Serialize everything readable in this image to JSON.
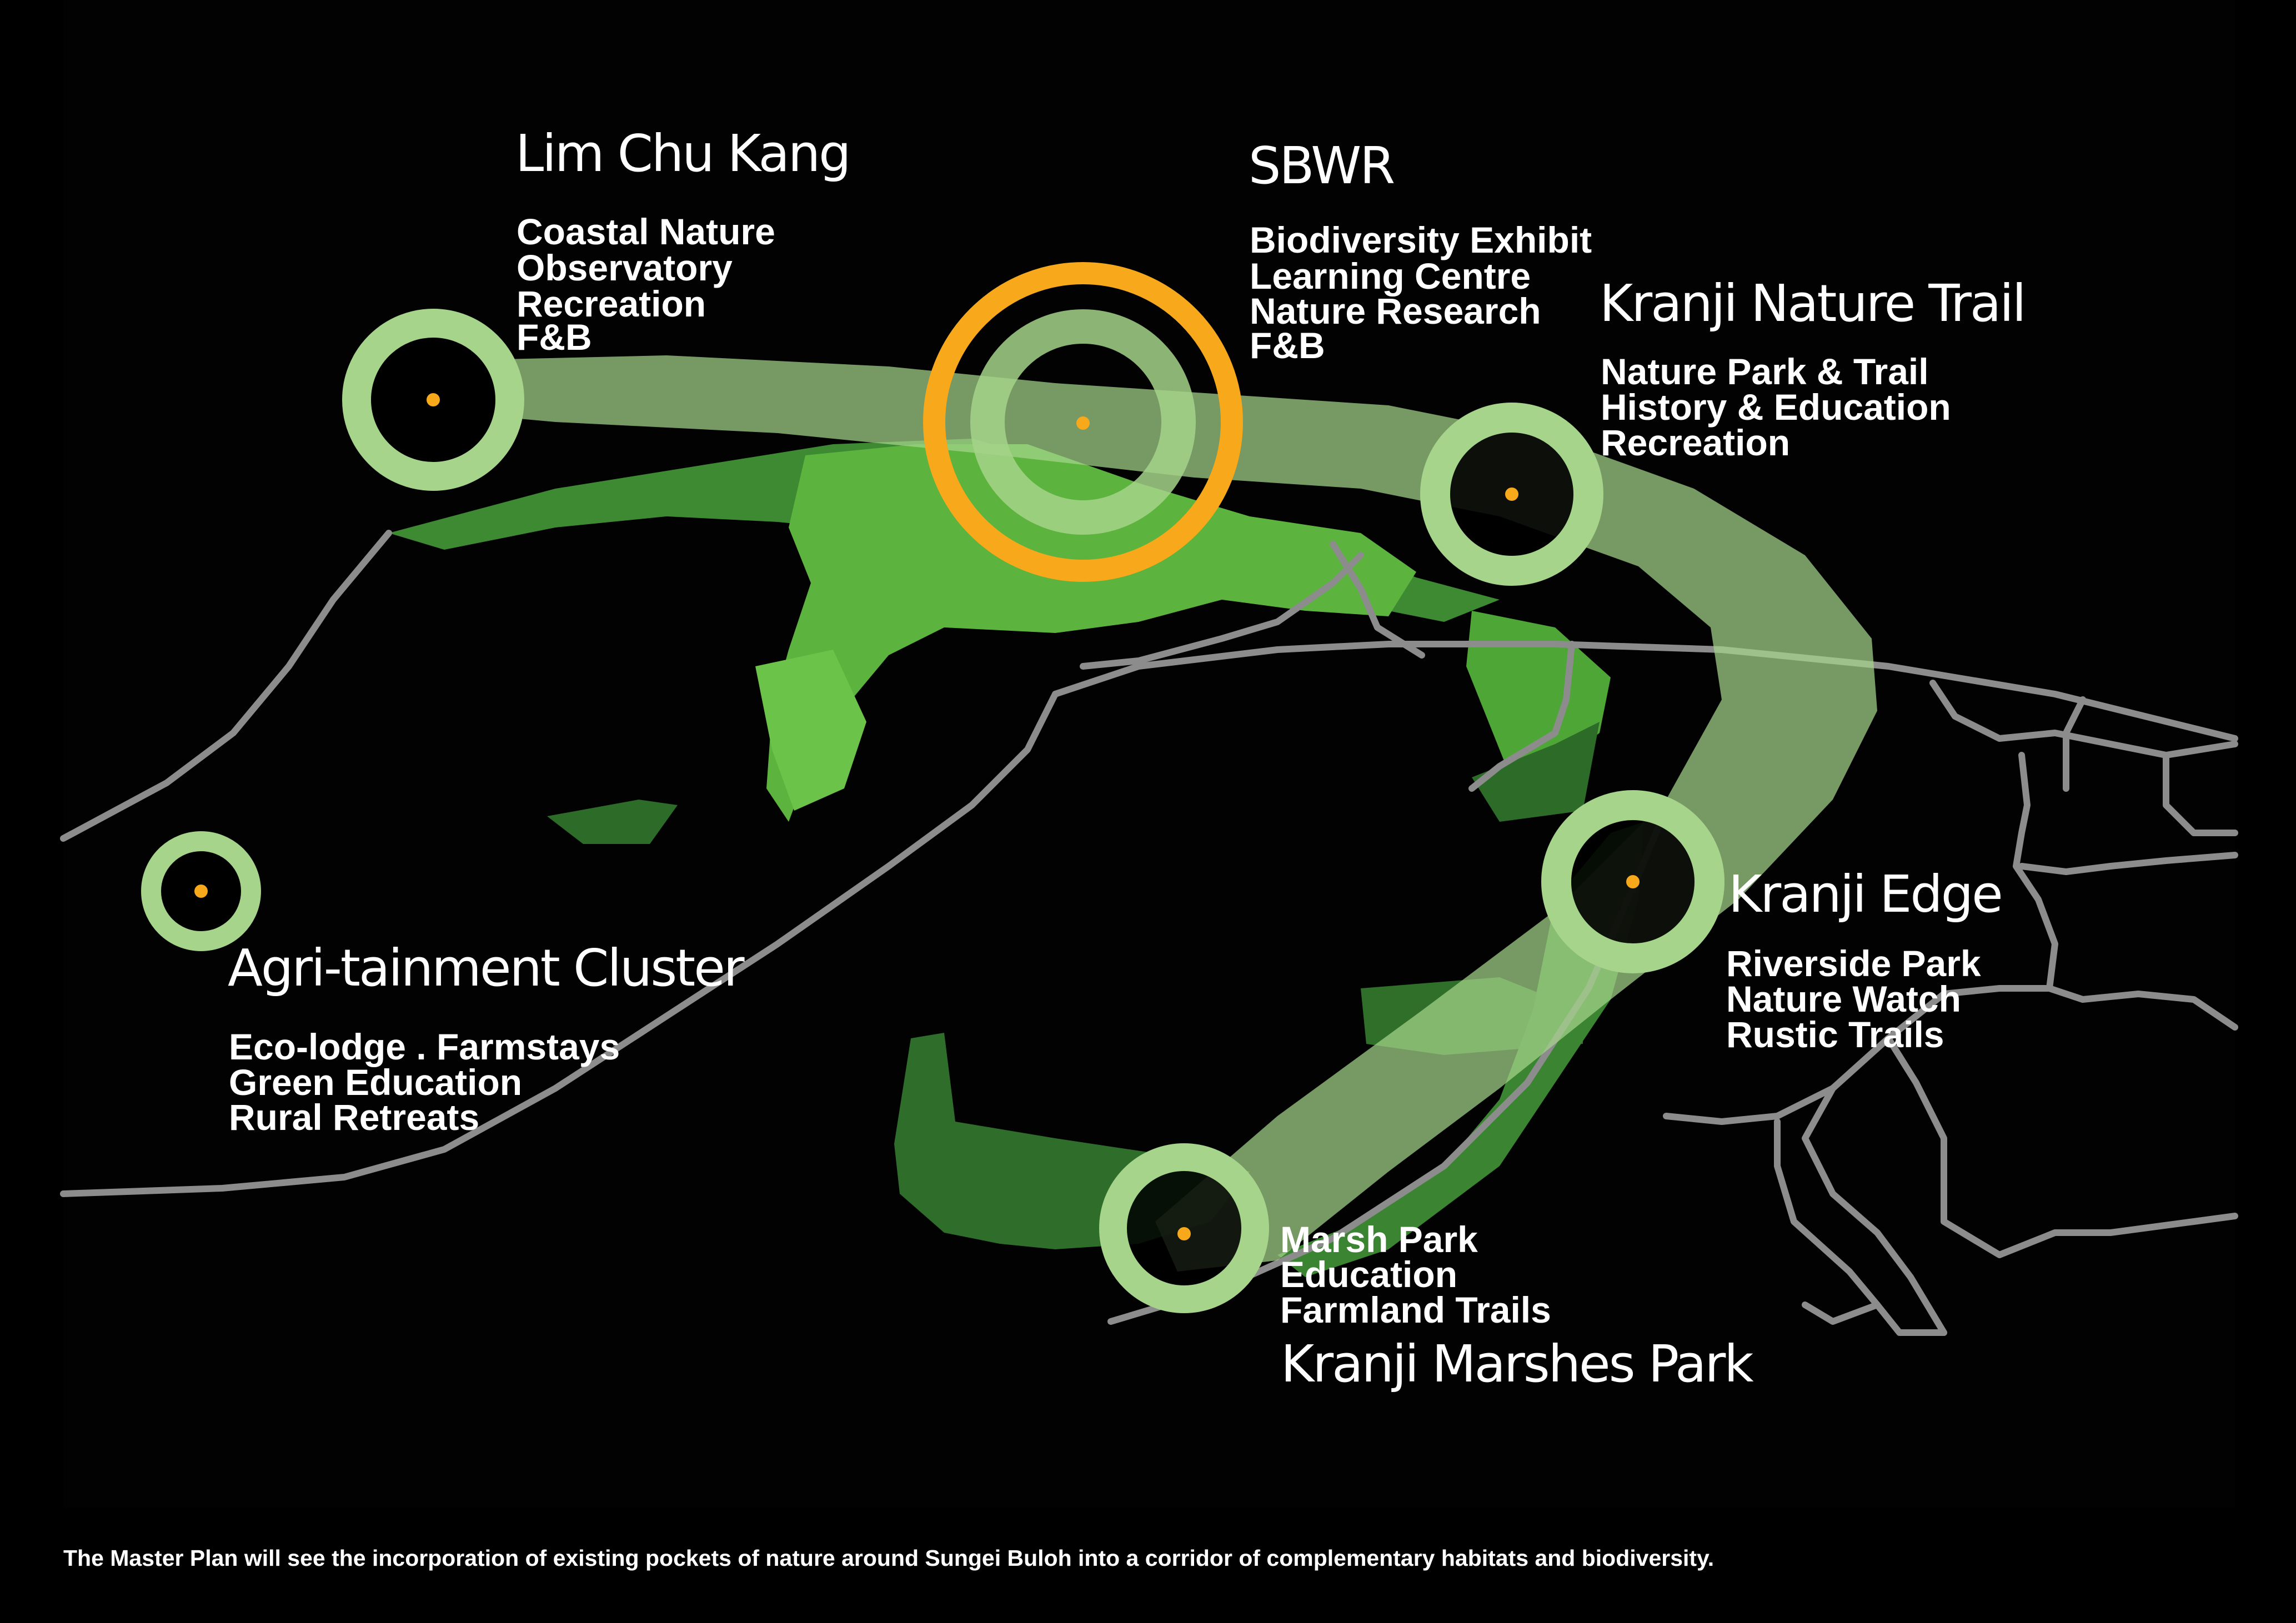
{
  "caption": "The Master Plan will see the incorporation of existing pockets of nature around Sungei Buloh into a corridor of complementary habitats and biodiversity.",
  "colors": {
    "background": "#000000",
    "corridor": "#a5d48a",
    "node_ring": "#a5d48a",
    "highlight_ring": "#f7a81b",
    "node_dot": "#f7a81b",
    "bright_green": "#5fb840",
    "dark_green": "#2f6e2a",
    "road": "#8c8c8c"
  },
  "clusters": [
    {
      "title": "Lim Chu Kang",
      "features": [
        "Coastal Nature",
        "Observatory",
        "Recreation",
        "F&B"
      ]
    },
    {
      "title": "SBWR",
      "features": [
        "Biodiversity Exhibit",
        "Learning Centre",
        "Nature Research",
        "F&B"
      ]
    },
    {
      "title": "Kranji Nature Trail",
      "features": [
        "Nature Park & Trail",
        "History & Education",
        "Recreation"
      ]
    },
    {
      "title": "Kranji Edge",
      "features": [
        "Riverside Park",
        "Nature Watch",
        "Rustic Trails"
      ]
    },
    {
      "title": "Kranji Marshes Park",
      "features": [
        "Marsh Park",
        "Education",
        "Farmland Trails"
      ]
    },
    {
      "title": "Agri-tainment Cluster",
      "features": [
        "Eco-lodge . Farmstays",
        "Green Education",
        "Rural Retreats"
      ]
    }
  ]
}
